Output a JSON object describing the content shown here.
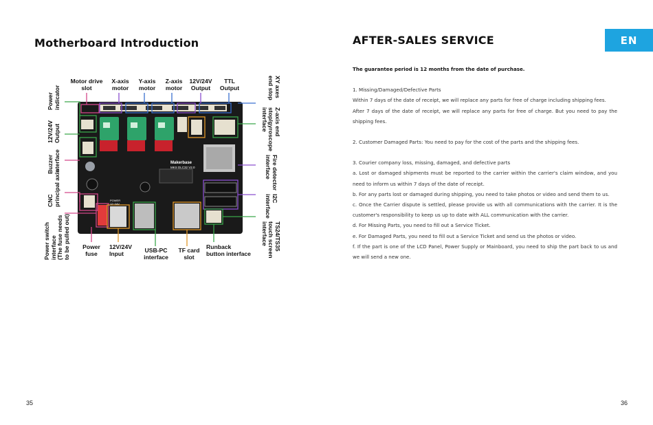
{
  "left_page": {
    "title": "Motherboard Introduction",
    "page_number": "35",
    "diagram": {
      "top_labels": [
        {
          "line1": "Motor drive",
          "line2": "slot"
        },
        {
          "line1": "X-axis",
          "line2": "motor"
        },
        {
          "line1": "Y-axis",
          "line2": "motor"
        },
        {
          "line1": "Z-axis",
          "line2": "motor"
        },
        {
          "line1": "12V/24V",
          "line2": "Output"
        },
        {
          "line1": "TTL",
          "line2": "Output"
        }
      ],
      "left_labels": [
        {
          "line1": "Power",
          "line2": "indicator"
        },
        {
          "line1": "12V/24V",
          "line2": "Output"
        },
        {
          "line1": "Buzzer",
          "line2": "interface"
        },
        {
          "line1": "CNC",
          "line2": "principal axis"
        },
        {
          "line1": "Power switch",
          "line2": "interface",
          "line3": "(The fuse needs",
          "line4": "to be pulled out)"
        }
      ],
      "right_labels": [
        {
          "line1": "XY axes",
          "line2": "end stop"
        },
        {
          "line1": "Z-axis end",
          "line2": "stop/gyroscope",
          "line3": "interface"
        },
        {
          "line1": "Fire detector",
          "line2": "interface"
        },
        {
          "line1": "I2C",
          "line2": "interface"
        },
        {
          "line1": "TS24/TS35",
          "line2": "touch screen",
          "line3": "interface"
        }
      ],
      "bottom_labels": [
        {
          "line1": "Power",
          "line2": "fuse"
        },
        {
          "line1": "12V/24V",
          "line2": "Input"
        },
        {
          "line1": "USB-PC",
          "line2": "interface"
        },
        {
          "line1": "TF card",
          "line2": "slot"
        },
        {
          "line1": "Runback",
          "line2": "button interface"
        }
      ],
      "board_text": {
        "brand": "Makerbase",
        "model": "MKS DLC32 V2.0",
        "power_label": "POWER",
        "voltage": "12~24V"
      }
    }
  },
  "right_page": {
    "title": "AFTER-SALES SERVICE",
    "language_tab": "EN",
    "page_number": "36",
    "guarantee": "The guarantee period is 12 months from the date of purchase.",
    "section1": {
      "heading": "1. Missing/Damaged/Defective Parts",
      "p1": "Within 7 days of the date of receipt, we will replace any parts for free of charge including shipping fees.",
      "p2": "After 7 days of the date of receipt, we will replace any parts for free of charge. But you need to pay the shipping fees."
    },
    "section2": {
      "heading": "2. Customer Damaged Parts: You need to pay for the cost of the parts and the shipping fees."
    },
    "section3": {
      "heading": "3. Courier company loss, missing, damaged, and defective parts",
      "a": "a. Lost or damaged shipments must be reported to the carrier within the carrier's claim window, and you need to inform us within 7 days of the date of receipt.",
      "b": "b. For any parts lost or damaged during shipping, you need to take photos or video and send them to us.",
      "c": "c. Once the Carrier dispute is settled, please provide us with all communications with the carrier. It is the customer's responsibility to keep us up to date with ALL communication with the carrier.",
      "d": "d. For Missing Parts, you need to fill out a Service Ticket.",
      "e": "e. For Damaged Parts, you need to fill out a Service Ticket and send us the photos or video.",
      "f": "f. If the part is one of the LCD Panel, Power Supply or Mainboard, you need to ship the part back to us and we will send a new one."
    }
  }
}
